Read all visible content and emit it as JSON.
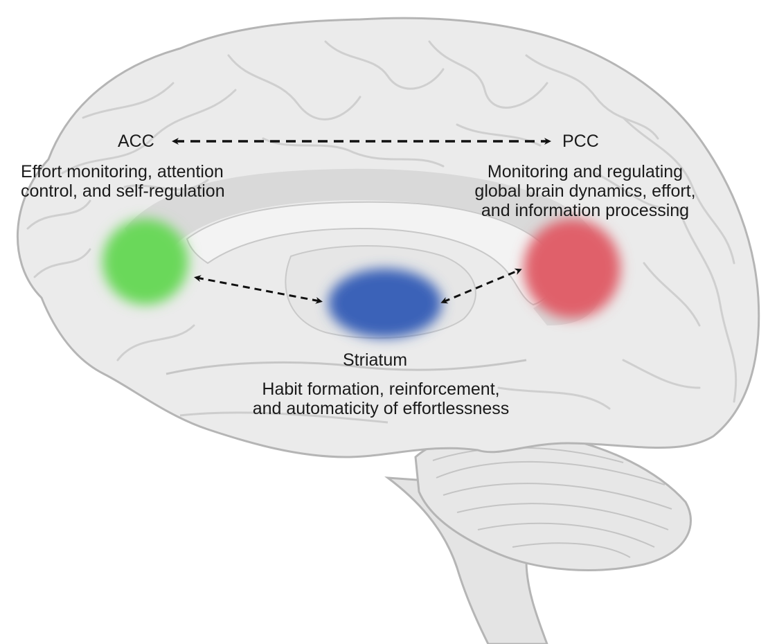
{
  "regions": {
    "acc": {
      "name": "ACC",
      "description_line1": "Effort monitoring, attention",
      "description_line2": "control, and self-regulation",
      "color": "#6ad85a"
    },
    "pcc": {
      "name": "PCC",
      "description_line1": "Monitoring and regulating",
      "description_line2": "global brain dynamics, effort,",
      "description_line3": "and information processing",
      "color": "#e0616a"
    },
    "striatum": {
      "name": "Striatum",
      "description_line1": "Habit formation, reinforcement,",
      "description_line2": "and automaticity of effortlessness",
      "color": "#3a62b8"
    }
  },
  "connections": [
    {
      "from": "ACC",
      "to": "PCC",
      "style": "dashed",
      "direction": "bidirectional"
    },
    {
      "from": "ACC",
      "to": "Striatum",
      "style": "dashed",
      "direction": "bidirectional"
    },
    {
      "from": "Striatum",
      "to": "PCC",
      "style": "dashed",
      "direction": "bidirectional"
    }
  ],
  "colors": {
    "brain_fill": "#e9e9e9",
    "brain_outline": "#b5b5b5",
    "arrow": "#111111"
  }
}
